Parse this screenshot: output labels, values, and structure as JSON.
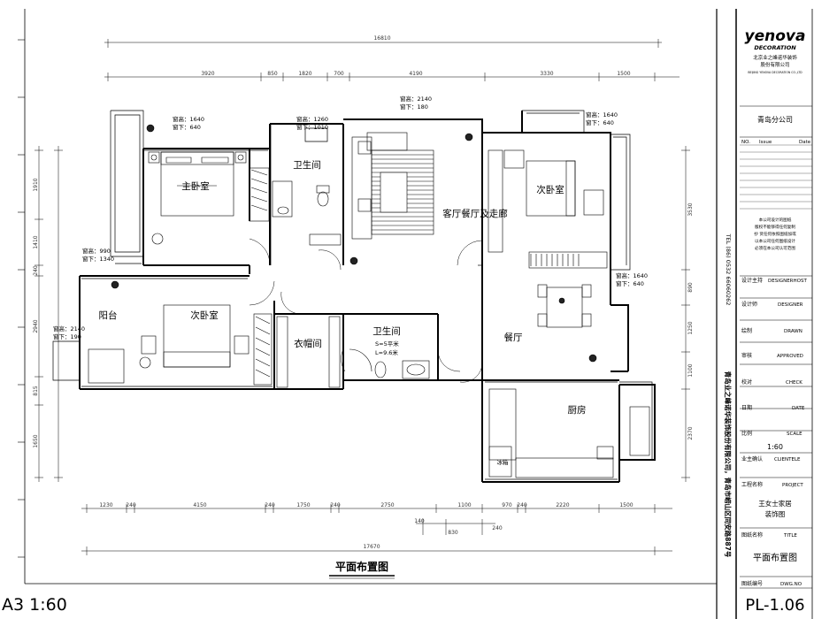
{
  "plan": {
    "title": "平面布置图",
    "scale_label": "A3 1:60",
    "top_dims_total": "16810",
    "top_dims": [
      "3920",
      "850",
      "1820",
      "700",
      "4190",
      "3330",
      "1500"
    ],
    "bottom_dims": [
      "1230",
      "240",
      "4150",
      "240",
      "1750",
      "240",
      "2750",
      "1100",
      "970",
      "240",
      "2220",
      "1500"
    ],
    "bottom_dims_small": [
      "140",
      "830",
      "240"
    ],
    "bottom_total": "17670",
    "left_dims": [
      "1910",
      "1410",
      "240",
      "2940",
      "815",
      "1650"
    ],
    "right_dims": [
      "3530",
      "890",
      "1250",
      "1100",
      "2370"
    ],
    "rooms": {
      "master_bedroom": "主卧室",
      "bath_top": "卫生间",
      "living": "客厅餐厅及走廊",
      "second_bedroom_right": "次卧室",
      "balcony": "阳台",
      "second_bedroom_left": "次卧室",
      "cloakroom": "衣帽间",
      "bath_bottom": "卫生间",
      "bath_area": "S=5平米",
      "bath_len": "L=9.6米",
      "dining": "餐厅",
      "kitchen": "厨房",
      "fridge": "冰箱"
    },
    "windows": [
      {
        "h": "窗高：1640",
        "sill": "窗下：640"
      },
      {
        "h": "窗高：1260",
        "sill": "窗下：1010"
      },
      {
        "h": "窗高：2140",
        "sill": "窗下：180"
      },
      {
        "h": "窗高：1640",
        "sill": "窗下：640"
      },
      {
        "h": "窗高：990",
        "sill": "窗下：1340"
      },
      {
        "h": "窗高：1640",
        "sill": "窗下：640"
      },
      {
        "h": "窗高：2140",
        "sill": "窗下：190"
      }
    ]
  },
  "title_block": {
    "logo": "yenova",
    "logo_sub": "DECORATION",
    "company_cn": "北京业之峰诺华装饰",
    "company_cn2": "股份有限公司",
    "company_en": "BEIJING YENOVA DECORATION CO.,LTD",
    "branch": "青岛分公司",
    "revision_header": [
      "NO.",
      "Issue",
      "Date"
    ],
    "notice": [
      "本公司设计的图纸",
      "版权不能够得任何复制",
      "抄 贤任何依照图纸加或",
      "以本公司任何图纸设计",
      "必须在本公司认可范围"
    ],
    "phone": "TEL (86) 0532 66060262",
    "address": "青岛业之峰诺华装饰股份有限公司，青岛市崂山区同安路887号",
    "rows": [
      {
        "cn": "设计主持",
        "en": "DESIGNERHOST",
        "val": ""
      },
      {
        "cn": "设计师",
        "en": "DESIGNER",
        "val": ""
      },
      {
        "cn": "绘制",
        "en": "DRAWN",
        "val": ""
      },
      {
        "cn": "审核",
        "en": "APPROVED",
        "val": ""
      },
      {
        "cn": "校对",
        "en": "CHECK",
        "val": ""
      },
      {
        "cn": "日期",
        "en": "DATE",
        "val": ""
      },
      {
        "cn": "比例",
        "en": "SCALE",
        "val": "1:60"
      },
      {
        "cn": "业主确认",
        "en": "CLIENTELE",
        "val": ""
      }
    ],
    "project_label": "工程名称",
    "project_en": "PROJECT",
    "project_value1": "王女士家居",
    "project_value2": "装饰图",
    "drawing_label": "图纸名称",
    "drawing_en": "TITLE",
    "drawing_value": "平面布置图",
    "dwg_label": "图纸编号",
    "dwg_en": "DWG.NO",
    "dwg_value": "PL-1.06"
  }
}
